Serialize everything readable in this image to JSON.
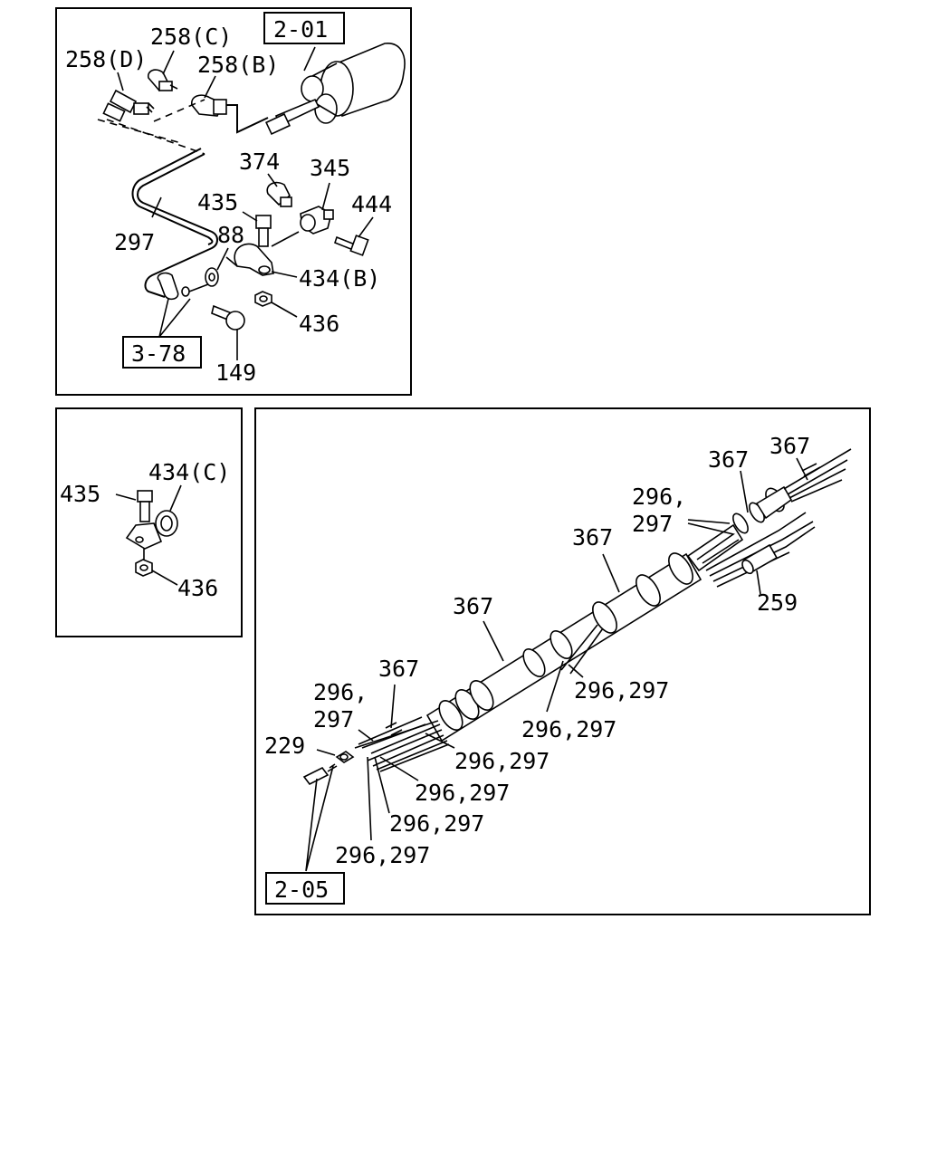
{
  "panel_a": {
    "ref_top": "2-01",
    "ref_bottom": "3-78",
    "labels": {
      "l258d": "258(D)",
      "l258c": "258(C)",
      "l258b": "258(B)",
      "l374": "374",
      "l345": "345",
      "l435": "435",
      "l444": "444",
      "l88": "88",
      "l297": "297",
      "l434b": "434(B)",
      "l436": "436",
      "l149": "149"
    }
  },
  "panel_b": {
    "labels": {
      "l435": "435",
      "l434c": "434(C)",
      "l436": "436"
    }
  },
  "panel_c": {
    "ref": "2-05",
    "labels": {
      "l367_a": "367",
      "l367_b": "367",
      "l296_a": "296,",
      "l297_a": "297",
      "l367_c": "367",
      "l259": "259",
      "l367_d": "367",
      "l367_e": "367",
      "l296_297_a": "296,297",
      "l296_b": "296,",
      "l297_b": "297",
      "l296_297_b": "296,297",
      "l229": "229",
      "l296_297_c": "296,297",
      "l296_297_d": "296,297",
      "l296_297_e": "296,297",
      "l296_297_f": "296,297"
    }
  }
}
